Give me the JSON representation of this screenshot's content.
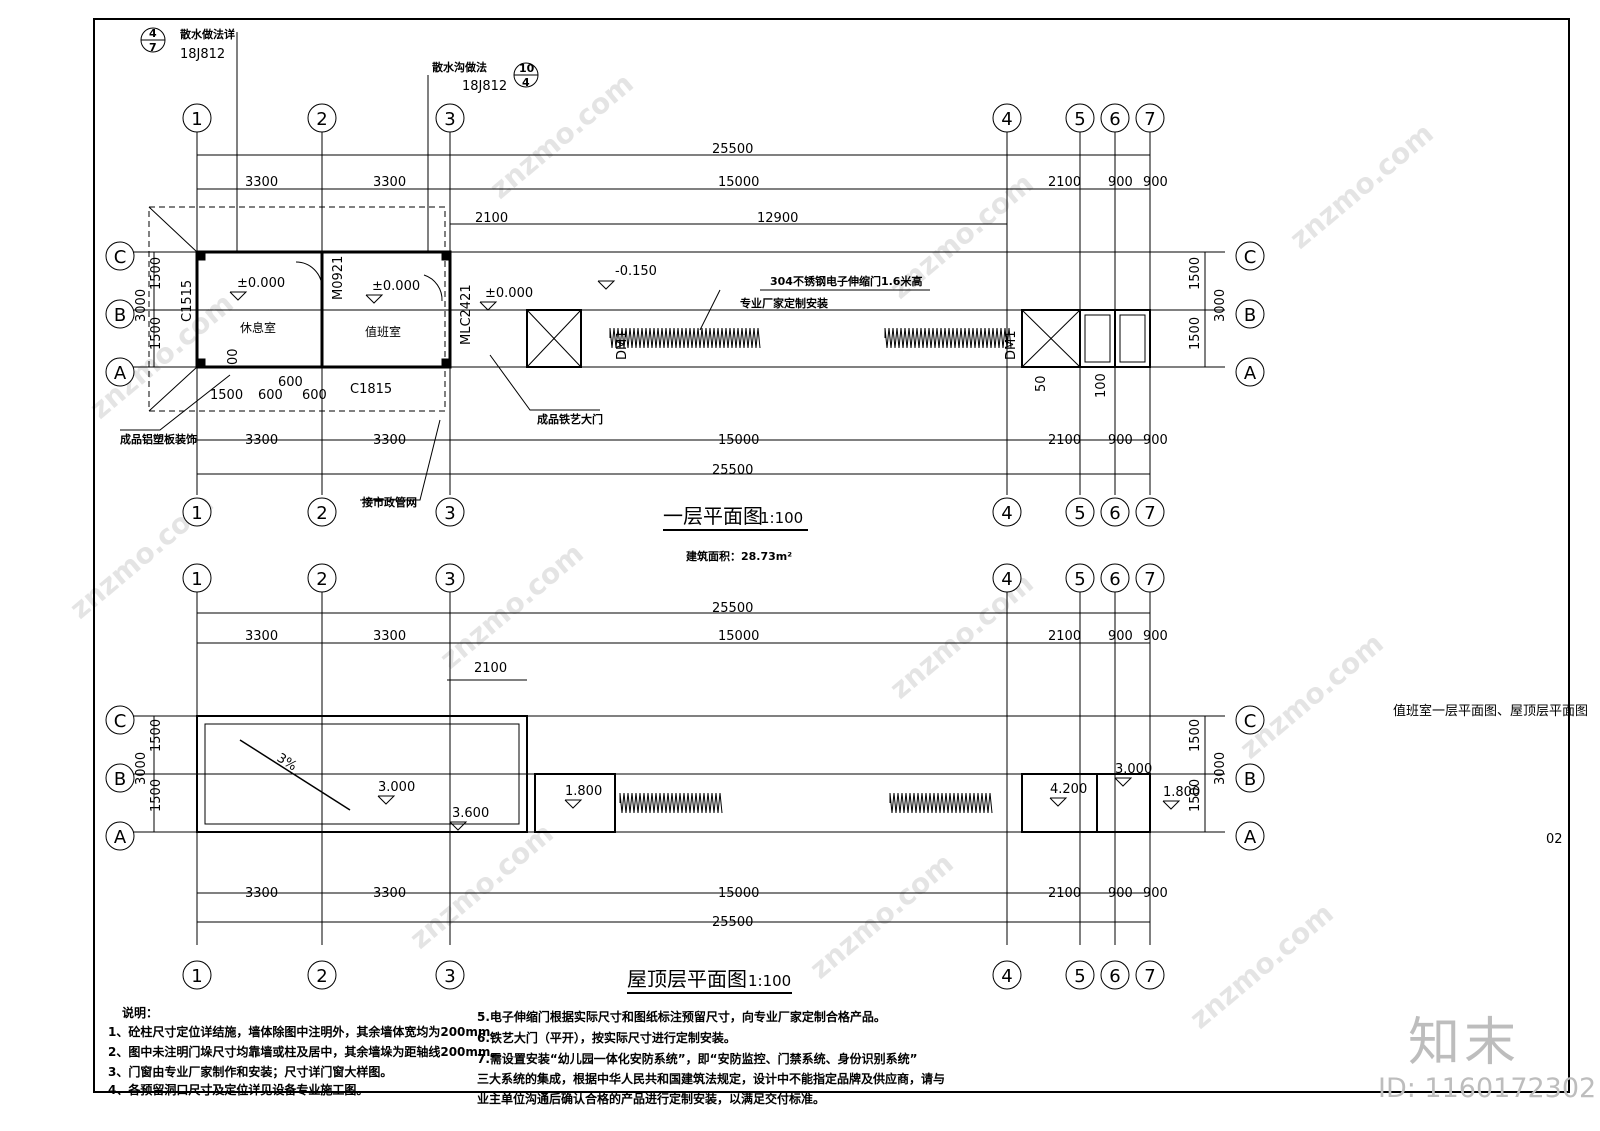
{
  "ground_plan": {
    "title": "一层平面图",
    "scale": "1:100",
    "area": "建筑面积：28.73m²",
    "axes_x": [
      "1",
      "2",
      "3",
      "4",
      "5",
      "6",
      "7"
    ],
    "axes_y": [
      "C",
      "B",
      "A"
    ],
    "dims_total": "25500",
    "dims_main": [
      "3300",
      "3300",
      "15000",
      "2100",
      "900",
      "900"
    ],
    "dim_2100": "2100",
    "dim_12900": "12900",
    "side_1500": "1500",
    "side_3000": "3000",
    "bottom_dims": [
      "1500",
      "600",
      "600",
      "600"
    ],
    "rooms": [
      "休息室",
      "值班室"
    ],
    "levels": [
      "±0.000",
      "±0.000",
      "±0.000",
      "-0.150"
    ],
    "codes": [
      "C1515",
      "M0921",
      "MLC2421",
      "C1815",
      "DM1",
      "DM1"
    ],
    "small": [
      "00",
      "50",
      "100"
    ],
    "callouts": {
      "top_left_ref": {
        "num": "4",
        "den": "7",
        "label": "散水做法详",
        "std": "18J812"
      },
      "top_mid_ref": {
        "num": "10",
        "den": "4",
        "label": "散水沟做法",
        "std": "18J812"
      },
      "gate_spec": "304不锈钢电子伸缩门1.6米高",
      "gate_install": "专业厂家定制安装",
      "iron_gate": "成品铁艺大门",
      "aluminum": "成品铝塑板装饰",
      "pipe": "接市政管网"
    }
  },
  "roof_plan": {
    "title": "屋顶层平面图",
    "scale": "1:100",
    "dims_total": "25500",
    "dims_main": [
      "3300",
      "3300",
      "15000",
      "2100",
      "900",
      "900"
    ],
    "dim_2100": "2100",
    "levels": [
      "3.000",
      "3.600",
      "1.800",
      "4.200",
      "3.000",
      "1.800"
    ],
    "slope": "3%"
  },
  "notes": {
    "heading": "说明：",
    "left": [
      "1、砼柱尺寸定位详结施，墙体除图中注明外，其余墙体宽均为200mm。",
      "2、图中未注明门垛尺寸均靠墙或柱及居中，其余墙垛为距轴线200mm。",
      "3、门窗由专业厂家制作和安装；尺寸详门窗大样图。",
      "4、各预留洞口尺寸及定位详见设备专业施工图。"
    ],
    "right": [
      "5.电子伸缩门根据实际尺寸和图纸标注预留尺寸，向专业厂家定制合格产品。",
      "6.铁艺大门（平开），按实际尺寸进行定制安装。",
      "7.需设置安装“幼儿园一体化安防系统”，即“安防监控、门禁系统、身份识别系统”",
      "三大系统的集成，根据中华人民共和国建筑法规定，设计中不能指定品牌及供应商，请与",
      "业主单位沟通后确认合格的产品进行定制安装，以满足交付标准。"
    ]
  },
  "sheet": {
    "name": "值班室一层平面图、屋顶层平面图",
    "page": "02"
  },
  "watermark": {
    "text": "znzmo.com",
    "logo": "知末",
    "id": "ID: 1160172302"
  }
}
